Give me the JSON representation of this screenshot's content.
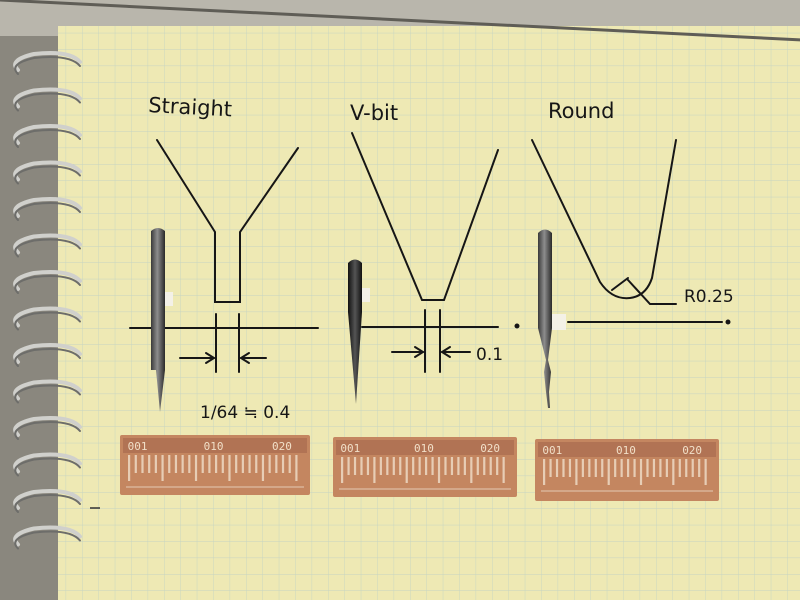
{
  "colors": {
    "paper": "#eee9b4",
    "grid": "#c6d4c2",
    "ink": "#161616",
    "copper": "#c48660",
    "copper_dark": "#a2654a",
    "desk": "#8a877e",
    "spiral": "#b8b8b4"
  },
  "sketches": [
    {
      "name": "straight",
      "label": "Straight"
    },
    {
      "name": "vbit",
      "label": "V-bit"
    },
    {
      "name": "round",
      "label": "Round"
    }
  ],
  "annotations": {
    "straight_width": "1/64 ≒ 0.4",
    "vbit_width": "0.1",
    "round_radius": "R0.25"
  },
  "test_boards": [
    {
      "name": "straight",
      "markers": [
        "001",
        "010",
        "020"
      ]
    },
    {
      "name": "vbit",
      "markers": [
        "001",
        "010",
        "020"
      ]
    },
    {
      "name": "round",
      "markers": [
        "001",
        "010",
        "020"
      ]
    }
  ],
  "icons": [
    "spiral-binding-icon",
    "end-mill-icon",
    "v-bit-icon",
    "ball-nose-bit-icon"
  ]
}
